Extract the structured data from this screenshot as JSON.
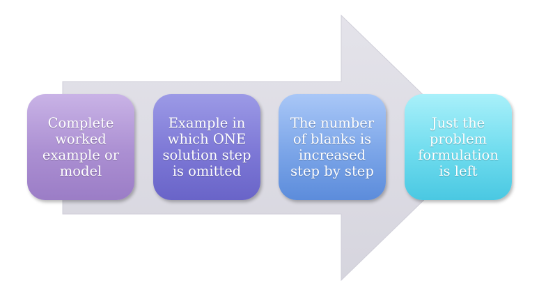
{
  "colors": {
    "arrow_fill": "#dcdbe3",
    "arrow_edge": "#c9c8d3",
    "step_1": "#ab8fd2",
    "step_2": "#7d78d6",
    "step_3": "#7ba5e8",
    "step_4": "#6fdcee",
    "label_text": "#ffffff"
  },
  "diagram": {
    "shape": "right-arrow",
    "steps": [
      {
        "label": "Complete\nworked\nexample or\nmodel"
      },
      {
        "label": "Example in\nwhich ONE\nsolution step\nis omitted"
      },
      {
        "label": "The number\nof blanks is\nincreased\nstep by step"
      },
      {
        "label": "Just the\nproblem\nformulation\nis left"
      }
    ]
  }
}
